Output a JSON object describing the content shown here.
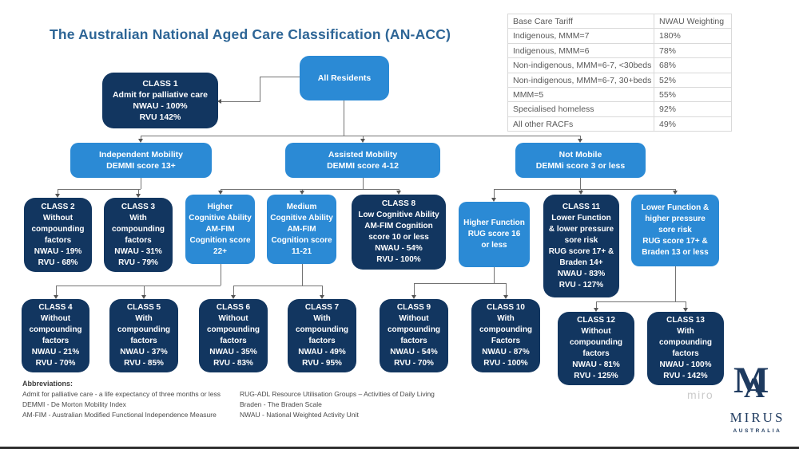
{
  "title": "The Australian National Aged Care Classification (AN-ACC)",
  "tariff_table": {
    "headers": [
      "Base Care Tariff",
      "NWAU Weighting"
    ],
    "rows": [
      [
        "Indigenous, MMM=7",
        "180%"
      ],
      [
        "Indigenous, MMM=6",
        "78%"
      ],
      [
        "Non-indigenous, MMM=6-7, <30beds",
        "68%"
      ],
      [
        "Non-indigenous, MMM=6-7, 30+beds",
        "52%"
      ],
      [
        "MMM=5",
        "55%"
      ],
      [
        "Specialised homeless",
        "92%"
      ],
      [
        "All other RACFs",
        "49%"
      ]
    ]
  },
  "nodes": {
    "all_residents": {
      "lines": [
        "All Residents"
      ]
    },
    "class1": {
      "lines": [
        "CLASS 1",
        "Admit for palliative care",
        "NWAU - 100%",
        "RVU 142%"
      ]
    },
    "independent_mobility": {
      "lines": [
        "Independent Mobility",
        "DEMMI score 13+"
      ]
    },
    "assisted_mobility": {
      "lines": [
        "Assisted Mobility",
        "DEMMI score 4-12"
      ]
    },
    "not_mobile": {
      "lines": [
        "Not Mobile",
        "DEMMi score 3 or less"
      ]
    },
    "class2": {
      "lines": [
        "CLASS 2",
        "Without",
        "compounding",
        "factors",
        "NWAU - 19%",
        "RVU - 68%"
      ]
    },
    "class3": {
      "lines": [
        "CLASS 3",
        "With",
        "compounding",
        "factors",
        "NWAU - 31%",
        "RVU - 79%"
      ]
    },
    "higher_cognitive": {
      "lines": [
        "Higher",
        "Cognitive Ability",
        "AM-FIM",
        "Cognition score",
        "22+"
      ]
    },
    "medium_cognitive": {
      "lines": [
        "Medium",
        "Cognitive Ability",
        "AM-FIM",
        "Cognition score",
        "11-21"
      ]
    },
    "class8": {
      "lines": [
        "CLASS 8",
        "Low Cognitive Ability",
        "AM-FIM Cognition",
        "score 10 or less",
        "NWAU - 54%",
        "RVU - 100%"
      ]
    },
    "higher_function": {
      "lines": [
        "Higher Function",
        "RUG score 16",
        "or less"
      ]
    },
    "class11": {
      "lines": [
        "CLASS 11",
        "Lower Function",
        "& lower pressure",
        "sore risk",
        "RUG score 17+ &",
        "Braden 14+",
        "NWAU - 83%",
        "RVU - 127%"
      ]
    },
    "lower_function": {
      "lines": [
        "Lower Function &",
        "higher pressure",
        "sore risk",
        "RUG score 17+ &",
        "Braden 13 or less"
      ]
    },
    "class4": {
      "lines": [
        "CLASS 4",
        "Without",
        "compounding",
        "factors",
        "NWAU - 21%",
        "RVU - 70%"
      ]
    },
    "class5": {
      "lines": [
        "CLASS 5",
        "With",
        "compounding",
        "factors",
        "NWAU - 37%",
        "RVU - 85%"
      ]
    },
    "class6": {
      "lines": [
        "CLASS 6",
        "Without",
        "compounding",
        "factors",
        "NWAU - 35%",
        "RVU - 83%"
      ]
    },
    "class7": {
      "lines": [
        "CLASS 7",
        "With",
        "compounding",
        "factors",
        "NWAU - 49%",
        "RVU - 95%"
      ]
    },
    "class9": {
      "lines": [
        "CLASS 9",
        "Without",
        "compounding",
        "factors",
        "NWAU - 54%",
        "RVU - 70%"
      ]
    },
    "class10": {
      "lines": [
        "CLASS 10",
        "With",
        "compounding",
        "Factors",
        "NWAU - 87%",
        "RVU - 100%"
      ]
    },
    "class12": {
      "lines": [
        "CLASS 12",
        "Without",
        "compounding",
        "factors",
        "NWAU - 81%",
        "RVU - 125%"
      ]
    },
    "class13": {
      "lines": [
        "CLASS 13",
        "With",
        "compounding",
        "factors",
        "NWAU - 100%",
        "RVU - 142%"
      ]
    }
  },
  "abbreviations": {
    "heading": "Abbreviations:",
    "col1": [
      "Admit for palliative care - a life expectancy of three months or less",
      "DEMMI - De Morton Mobility Index",
      "AM-FIM - Australian Modified Functional Independence Measure"
    ],
    "col2": [
      "RUG-ADL Resource Utilisation Groups – Activities of Daily Living",
      "Braden - The Braden Scale",
      "NWAU - National Weighted Activity Unit"
    ]
  },
  "watermark": "miro",
  "logo": {
    "monogram_m": "M",
    "monogram_a": "A",
    "name": "MIRUS",
    "country": "AUSTRALIA"
  },
  "colors": {
    "dark_box": "#123660",
    "light_box": "#2b8ad5",
    "title_text": "#2d6596",
    "connector": "#737373",
    "logo_navy": "#1e3a5f"
  }
}
